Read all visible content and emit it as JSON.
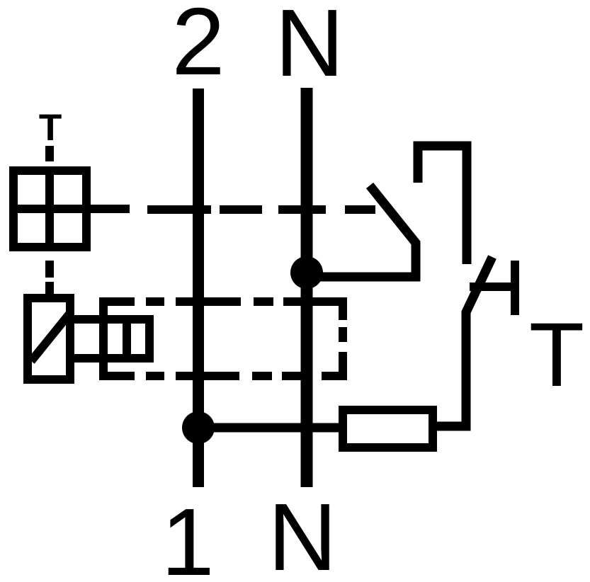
{
  "diagram": {
    "type": "electrical-schematic-rcd-2pole",
    "background": "#ffffff",
    "ink": "#000000"
  },
  "terminals": {
    "top_line": "2",
    "top_neutral": "N",
    "bottom_line": "1",
    "bottom_neutral": "N"
  },
  "labels": {
    "test_button": "T",
    "test_terminal": "T"
  },
  "components": [
    {
      "name": "test-button",
      "symbol": "crossed-square"
    },
    {
      "name": "trip-coil",
      "symbol": "rectangle-with-diagonal"
    },
    {
      "name": "differential-transformer",
      "symbol": "dash-dot-core-with-secondary-winding"
    },
    {
      "name": "main-switch-contact",
      "symbol": "break-contact"
    },
    {
      "name": "test-contact",
      "symbol": "break-contact-with-anvil"
    },
    {
      "name": "test-resistor",
      "symbol": "rectangle"
    }
  ]
}
